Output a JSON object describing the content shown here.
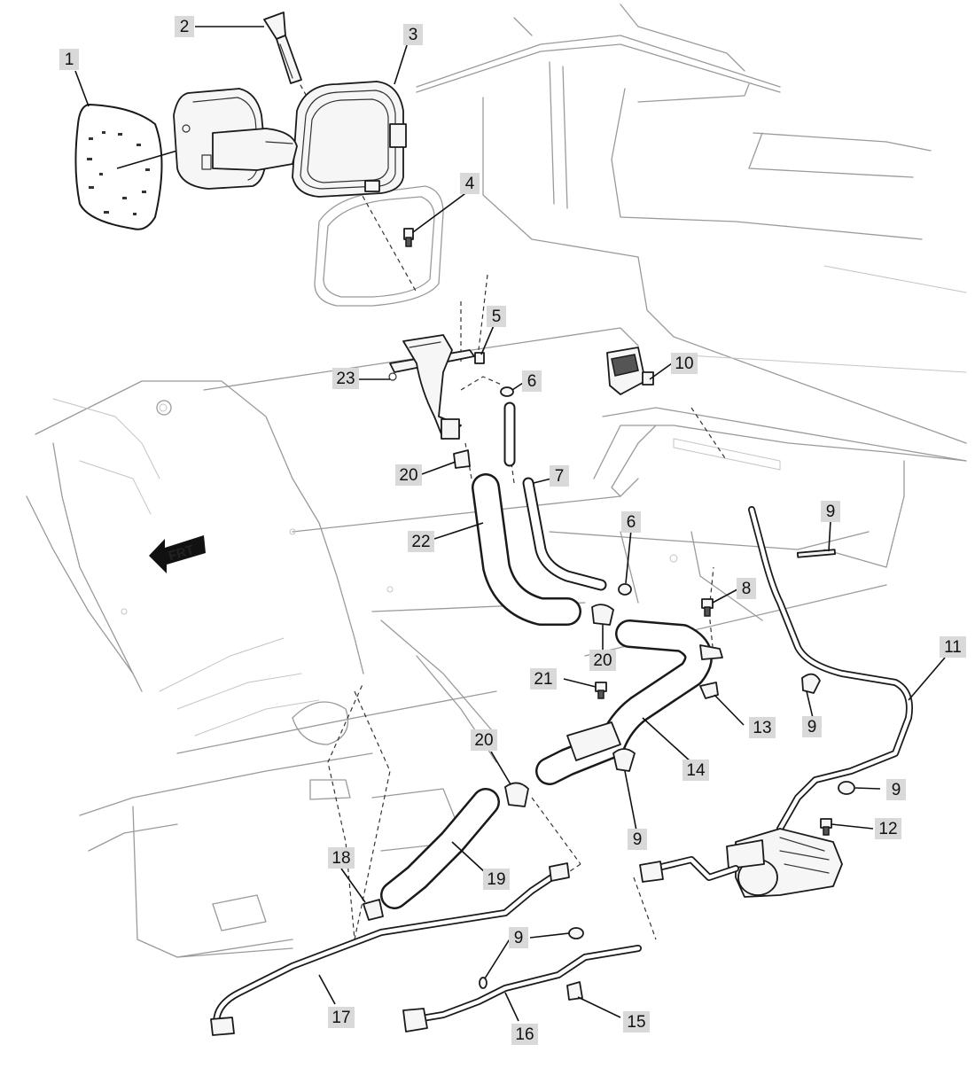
{
  "front_marker": {
    "label": "FRT"
  },
  "callouts": {
    "c1": "1",
    "c2": "2",
    "c3": "3",
    "c4": "4",
    "c5": "5",
    "c6a": "6",
    "c6b": "6",
    "c7": "7",
    "c8": "8",
    "c9a": "9",
    "c9b": "9",
    "c9c": "9",
    "c9d": "9",
    "c9e": "9",
    "c10": "10",
    "c11": "11",
    "c12": "12",
    "c13": "13",
    "c14": "14",
    "c15": "15",
    "c16": "16",
    "c17": "17",
    "c18": "18",
    "c19": "19",
    "c20a": "20",
    "c20b": "20",
    "c20c": "20",
    "c21": "21",
    "c22": "22",
    "c23": "23"
  }
}
